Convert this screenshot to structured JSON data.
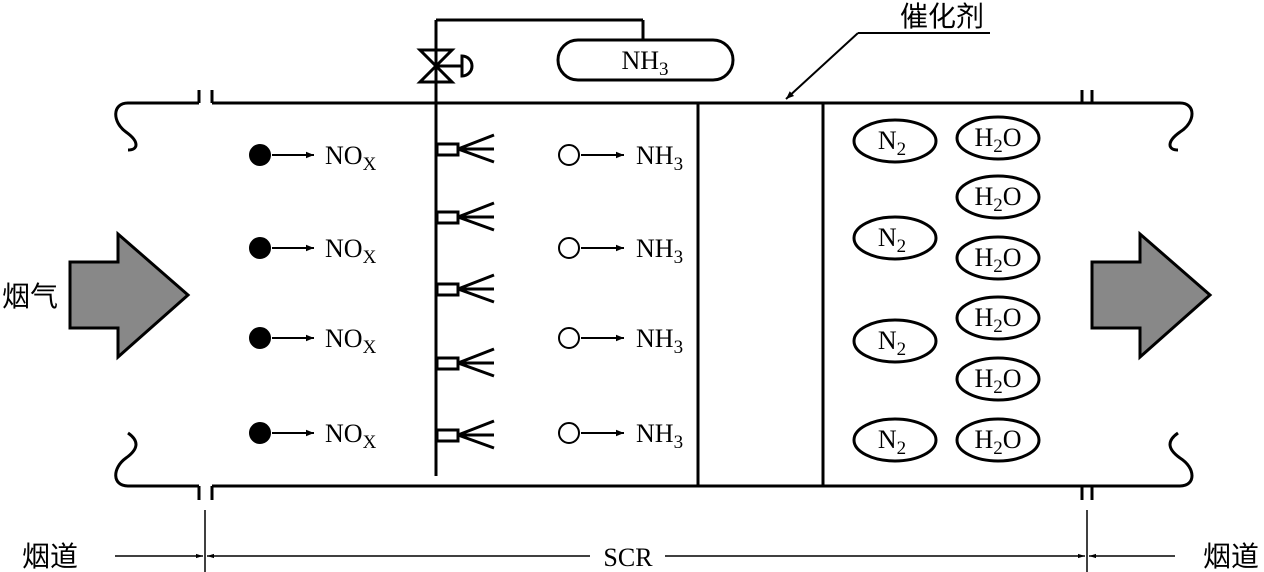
{
  "labels": {
    "flue_gas": "烟气",
    "catalyst": "催化剂",
    "duct_left": "烟道",
    "duct_right": "烟道",
    "scr": "SCR"
  },
  "tank": {
    "base": "NH",
    "sub": "3"
  },
  "nox": {
    "base": "NO",
    "sub": "X"
  },
  "nh3": {
    "base": "NH",
    "sub": "3"
  },
  "n2": {
    "base": "N",
    "sub": "2"
  },
  "h2o": {
    "base1": "H",
    "sub": "2",
    "base2": "O"
  }
}
